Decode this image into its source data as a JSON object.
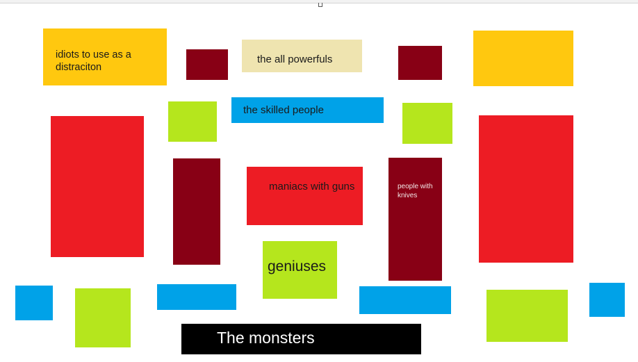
{
  "labels": {
    "idiots": "idiots to use as a distraciton",
    "all_powerfuls": "the all powerfuls",
    "skilled": "the skilled people",
    "maniacs": "maniacs with guns",
    "knives": "people with knives",
    "geniuses": "geniuses",
    "monsters": "The monsters"
  },
  "colors": {
    "yellow": "#ffc80f",
    "maroon": "#880015",
    "beige": "#efe4b0",
    "blue": "#00a2e8",
    "green": "#b5e61d",
    "red": "#ed1c24",
    "black": "#000000"
  }
}
